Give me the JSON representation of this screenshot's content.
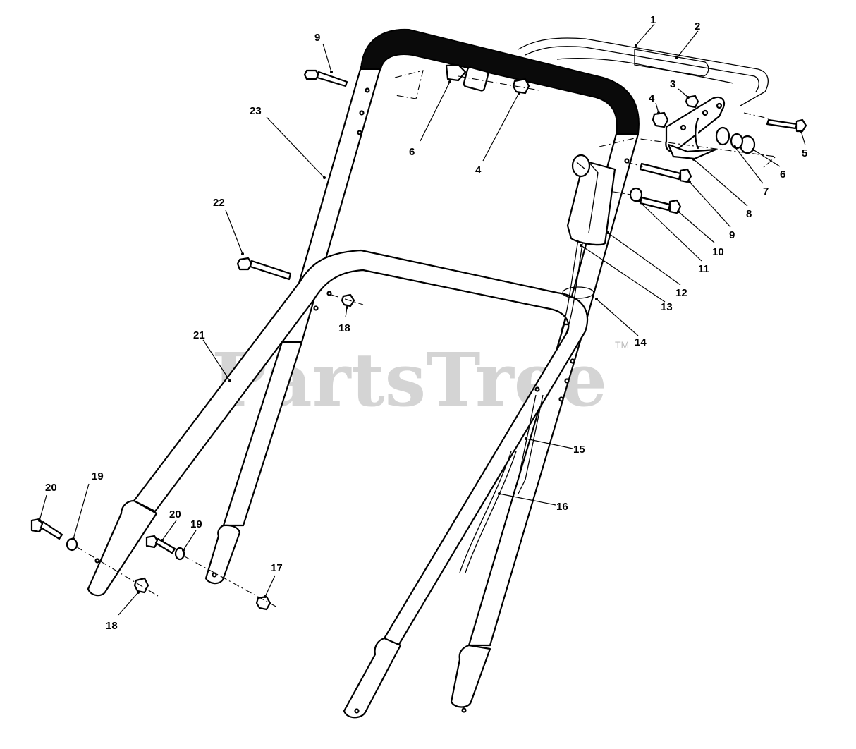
{
  "watermark": {
    "text": "PartsTree",
    "tm": "TM"
  },
  "callouts": [
    {
      "id": "c1",
      "label": "1"
    },
    {
      "id": "c2",
      "label": "2"
    },
    {
      "id": "c3",
      "label": "3"
    },
    {
      "id": "c4a",
      "label": "4"
    },
    {
      "id": "c5",
      "label": "5"
    },
    {
      "id": "c6a",
      "label": "6"
    },
    {
      "id": "c7",
      "label": "7"
    },
    {
      "id": "c8",
      "label": "8"
    },
    {
      "id": "c9a",
      "label": "9"
    },
    {
      "id": "c10",
      "label": "10"
    },
    {
      "id": "c11",
      "label": "11"
    },
    {
      "id": "c12",
      "label": "12"
    },
    {
      "id": "c13",
      "label": "13"
    },
    {
      "id": "c14",
      "label": "14"
    },
    {
      "id": "c15",
      "label": "15"
    },
    {
      "id": "c16",
      "label": "16"
    },
    {
      "id": "c6b",
      "label": "6"
    },
    {
      "id": "c4b",
      "label": "4"
    },
    {
      "id": "c9b",
      "label": "9"
    },
    {
      "id": "c23",
      "label": "23"
    },
    {
      "id": "c22",
      "label": "22"
    },
    {
      "id": "c21",
      "label": "21"
    },
    {
      "id": "c18a",
      "label": "18"
    },
    {
      "id": "c20a",
      "label": "20"
    },
    {
      "id": "c19a",
      "label": "19"
    },
    {
      "id": "c18b",
      "label": "18"
    },
    {
      "id": "c20b",
      "label": "20"
    },
    {
      "id": "c19b",
      "label": "19"
    },
    {
      "id": "c17",
      "label": "17"
    }
  ]
}
